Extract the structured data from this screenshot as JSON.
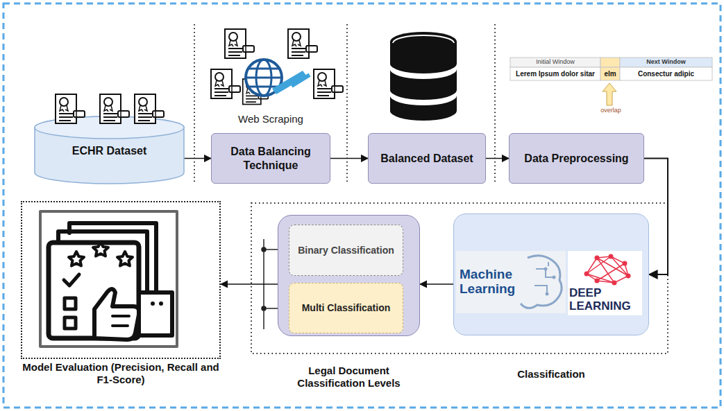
{
  "diagram": {
    "nodes": [
      {
        "text": [
          "ECHR Dataset"
        ]
      },
      {
        "text": [
          "Data Balancing Technique"
        ]
      },
      {
        "text": [
          "Balanced Dataset"
        ]
      },
      {
        "text": [
          "Data Preprocessing"
        ]
      },
      {
        "text": [
          "Model Evaluation (Precision, Recall and F1-Score)"
        ]
      },
      {
        "text": [
          "Legal Document Classification Levels"
        ]
      },
      {
        "text": [
          "Binary Classification"
        ],
        "in": 5
      },
      {
        "text": [
          "Multi Classification"
        ],
        "in": 5
      },
      {
        "text": [
          "Classification"
        ]
      }
    ],
    "edges": [
      {
        "from": 0,
        "to": 1,
        "arrow": "to"
      },
      {
        "from": 1,
        "to": 2,
        "arrow": "to"
      },
      {
        "from": 2,
        "to": 3,
        "arrow": "to"
      },
      {
        "from": 3,
        "to": 8,
        "arrow": "to"
      },
      {
        "from": 8,
        "to": 5,
        "arrow": "to"
      },
      {
        "from": 5,
        "to": 4,
        "arrow": "to"
      }
    ],
    "labels": [
      "Web Scraping",
      "Initial Window",
      "Next Window",
      "Lerem Ipsum dolor sitar",
      "elm",
      "Consectur adipic",
      "overlap",
      "Machine Learning",
      "DEEP LEARNING"
    ]
  }
}
